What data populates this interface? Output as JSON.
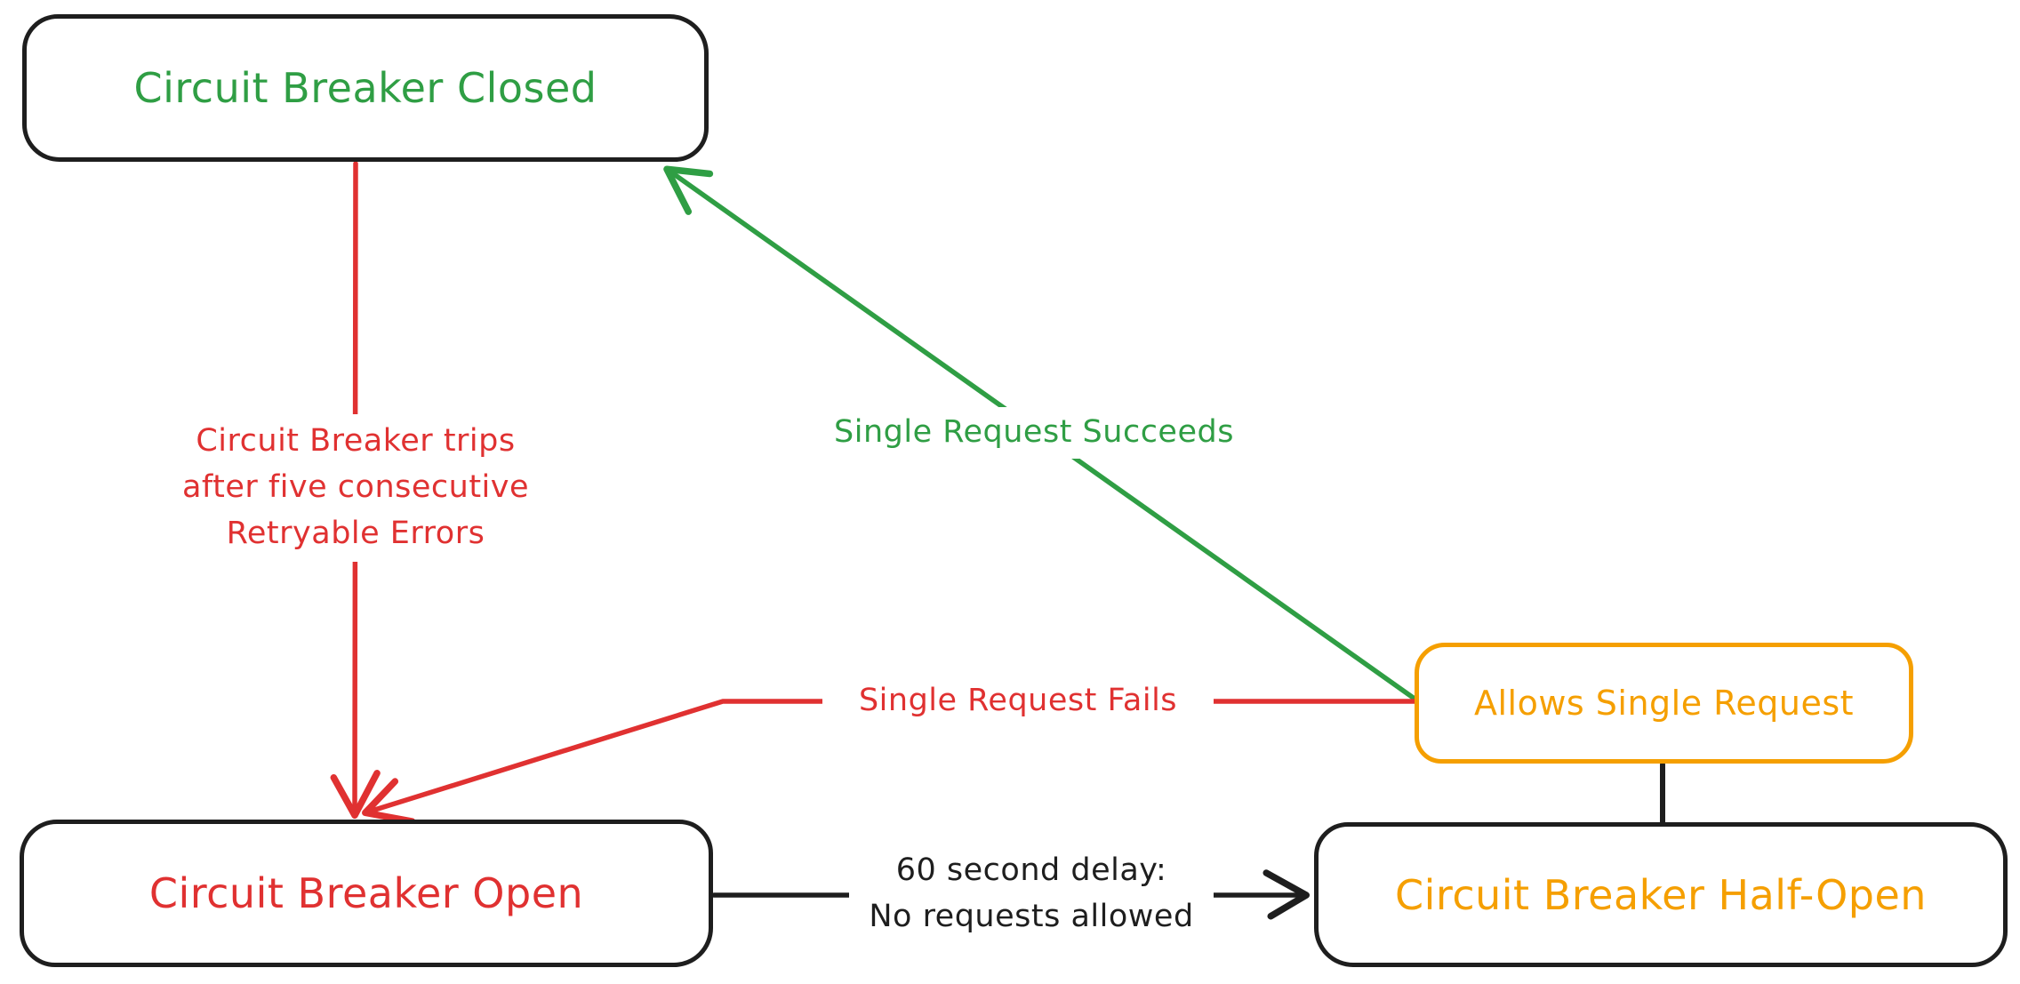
{
  "diagram": {
    "type": "state-diagram",
    "subject": "Circuit Breaker pattern states",
    "background_color": "#ffffff",
    "colors": {
      "green": "#2f9e44",
      "red": "#e03131",
      "orange": "#f59f00",
      "black": "#1e1e1e"
    },
    "nodes": {
      "closed": {
        "label": "Circuit Breaker Closed",
        "text_color": "#2f9e44",
        "border_color": "#1e1e1e"
      },
      "open": {
        "label": "Circuit Breaker Open",
        "text_color": "#e03131",
        "border_color": "#1e1e1e"
      },
      "half_open": {
        "label": "Circuit Breaker Half-Open",
        "text_color": "#f59f00",
        "border_color": "#1e1e1e"
      },
      "allows_single_request": {
        "label": "Allows Single Request",
        "text_color": "#f59f00",
        "border_color": "#f59f00"
      }
    },
    "edges": {
      "trips": {
        "from": "closed",
        "to": "open",
        "color": "#e03131",
        "arrowhead": "end",
        "label_lines": [
          "Circuit Breaker trips",
          "after five consecutive",
          "Retryable Errors"
        ]
      },
      "succeeds": {
        "from": "allows_single_request",
        "to": "closed",
        "color": "#2f9e44",
        "arrowhead": "end",
        "label": "Single Request Succeeds"
      },
      "fails": {
        "from": "allows_single_request",
        "to": "open",
        "color": "#e03131",
        "arrowhead": "end",
        "label": "Single Request Fails"
      },
      "delay": {
        "from": "open",
        "to": "half_open",
        "color": "#1e1e1e",
        "arrowhead": "end",
        "label_lines": [
          "60 second delay:",
          "No requests allowed"
        ]
      },
      "connector": {
        "from": "half_open",
        "to": "allows_single_request",
        "color": "#1e1e1e",
        "arrowhead": "none",
        "label": ""
      }
    }
  }
}
